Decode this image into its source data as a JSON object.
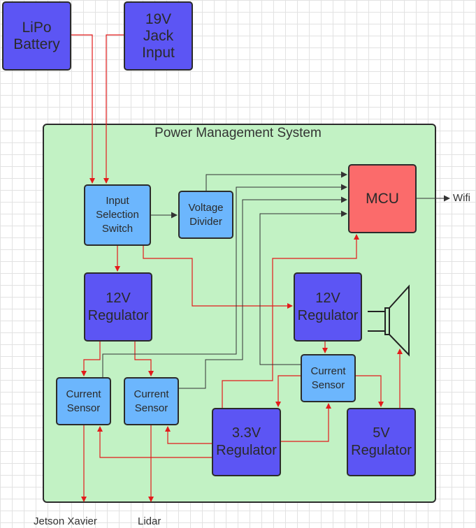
{
  "diagram": {
    "title": "Power Management System",
    "blocks": {
      "lipo": "LiPo\nBattery",
      "jack": "19V\nJack\nInput",
      "input_switch": "Input\nSelection\nSwitch",
      "voltage_divider": "Voltage\nDivider",
      "mcu": "MCU",
      "reg12_left": "12V\nRegulator",
      "reg12_right": "12V\nRegulator",
      "cs_left": "Current\nSensor",
      "cs_mid": "Current\nSensor",
      "cs_right": "Current\nSensor",
      "reg33": "3.3V\nRegulator",
      "reg5": "5V\nRegulator"
    },
    "outputs": {
      "wifi": "Wifi",
      "jetson": "Jetson Xavier",
      "lidar": "Lidar"
    },
    "colors": {
      "power_line": "#e31b1b",
      "signal_line": "#333333",
      "container": "#c2f2c4",
      "regulator": "#5c55f4",
      "sensor": "#6cb6fd",
      "mcu": "#fb6b6b"
    }
  }
}
